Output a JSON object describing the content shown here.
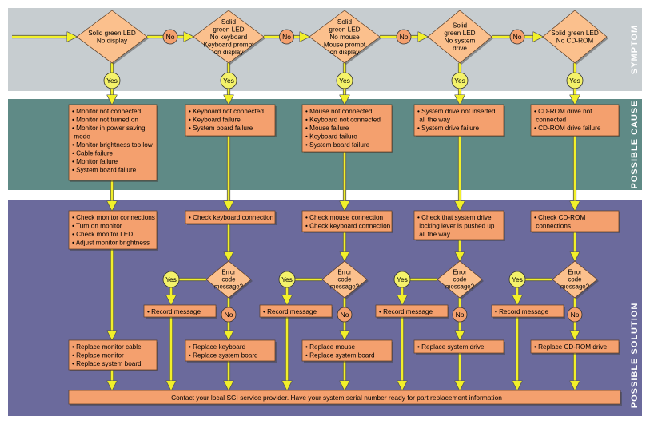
{
  "bands": {
    "symptom": "SYMPTOM",
    "cause": "POSSIBLE CAUSE",
    "solution": "POSSIBLE SOLUTION"
  },
  "labels": {
    "yes": "Yes",
    "no": "No"
  },
  "colors": {
    "symptom_band": "#c7cdd0",
    "cause_band": "#5f8a86",
    "solution_band": "#6b6a9c",
    "box": "#f4a06e",
    "diamond": "#fbc08d",
    "connector": "#f2f02a",
    "yes_circle": "#f4f26a",
    "no_circle": "#f4a06e"
  },
  "symptoms": [
    {
      "lines": [
        "Solid green LED",
        "No display"
      ]
    },
    {
      "lines": [
        "Solid",
        "green LED",
        "No keyboard",
        "Keyboard prompt",
        "on display"
      ]
    },
    {
      "lines": [
        "Solid",
        "green LED",
        "No mouse",
        "Mouse prompt",
        "on display"
      ]
    },
    {
      "lines": [
        "Solid",
        "green LED",
        "No system",
        "drive"
      ]
    },
    {
      "lines": [
        "Solid green LED",
        "No CD-ROM"
      ]
    }
  ],
  "causes": [
    {
      "lines": [
        "• Monitor not connected",
        "• Monitor not turned on",
        "• Monitor in power saving",
        "  mode",
        "• Monitor brightness too low",
        "• Cable failure",
        "• Monitor failure",
        "• System board failure"
      ]
    },
    {
      "lines": [
        "• Keyboard not connected",
        "• Keyboard failure",
        "• System board failure"
      ]
    },
    {
      "lines": [
        "• Mouse not connected",
        "• Keyboard not connected",
        "• Mouse failure",
        "• Keyboard failure",
        "• System board failure"
      ]
    },
    {
      "lines": [
        "• System drive not inserted",
        "  all the way",
        "• System drive failure"
      ]
    },
    {
      "lines": [
        "• CD-ROM drive not",
        "  connected",
        "• CD-ROM drive failure"
      ]
    }
  ],
  "checks": [
    {
      "lines": [
        "• Check monitor connections",
        "• Turn on monitor",
        "• Check monitor LED",
        "• Adjust monitor brightness"
      ]
    },
    {
      "lines": [
        "• Check keyboard connection"
      ]
    },
    {
      "lines": [
        "• Check mouse connection",
        "• Check keyboard connection"
      ]
    },
    {
      "lines": [
        "• Check that system drive",
        "  locking lever is pushed up",
        "  all the way"
      ]
    },
    {
      "lines": [
        "• Check CD-ROM",
        "  connections"
      ]
    }
  ],
  "error_diamond": {
    "lines": [
      "Error",
      "code",
      "message?"
    ]
  },
  "record_message": "• Record message",
  "replaces": [
    {
      "lines": [
        "• Replace monitor cable",
        "• Replace monitor",
        "• Replace system board"
      ]
    },
    {
      "lines": [
        "• Replace keyboard",
        "• Replace system board"
      ]
    },
    {
      "lines": [
        "• Replace mouse",
        "• Replace system board"
      ]
    },
    {
      "lines": [
        "• Replace system drive"
      ]
    },
    {
      "lines": [
        "• Replace CD-ROM drive"
      ]
    }
  ],
  "contact": "Contact your local SGI service provider.  Have your system serial number ready for part replacement information"
}
